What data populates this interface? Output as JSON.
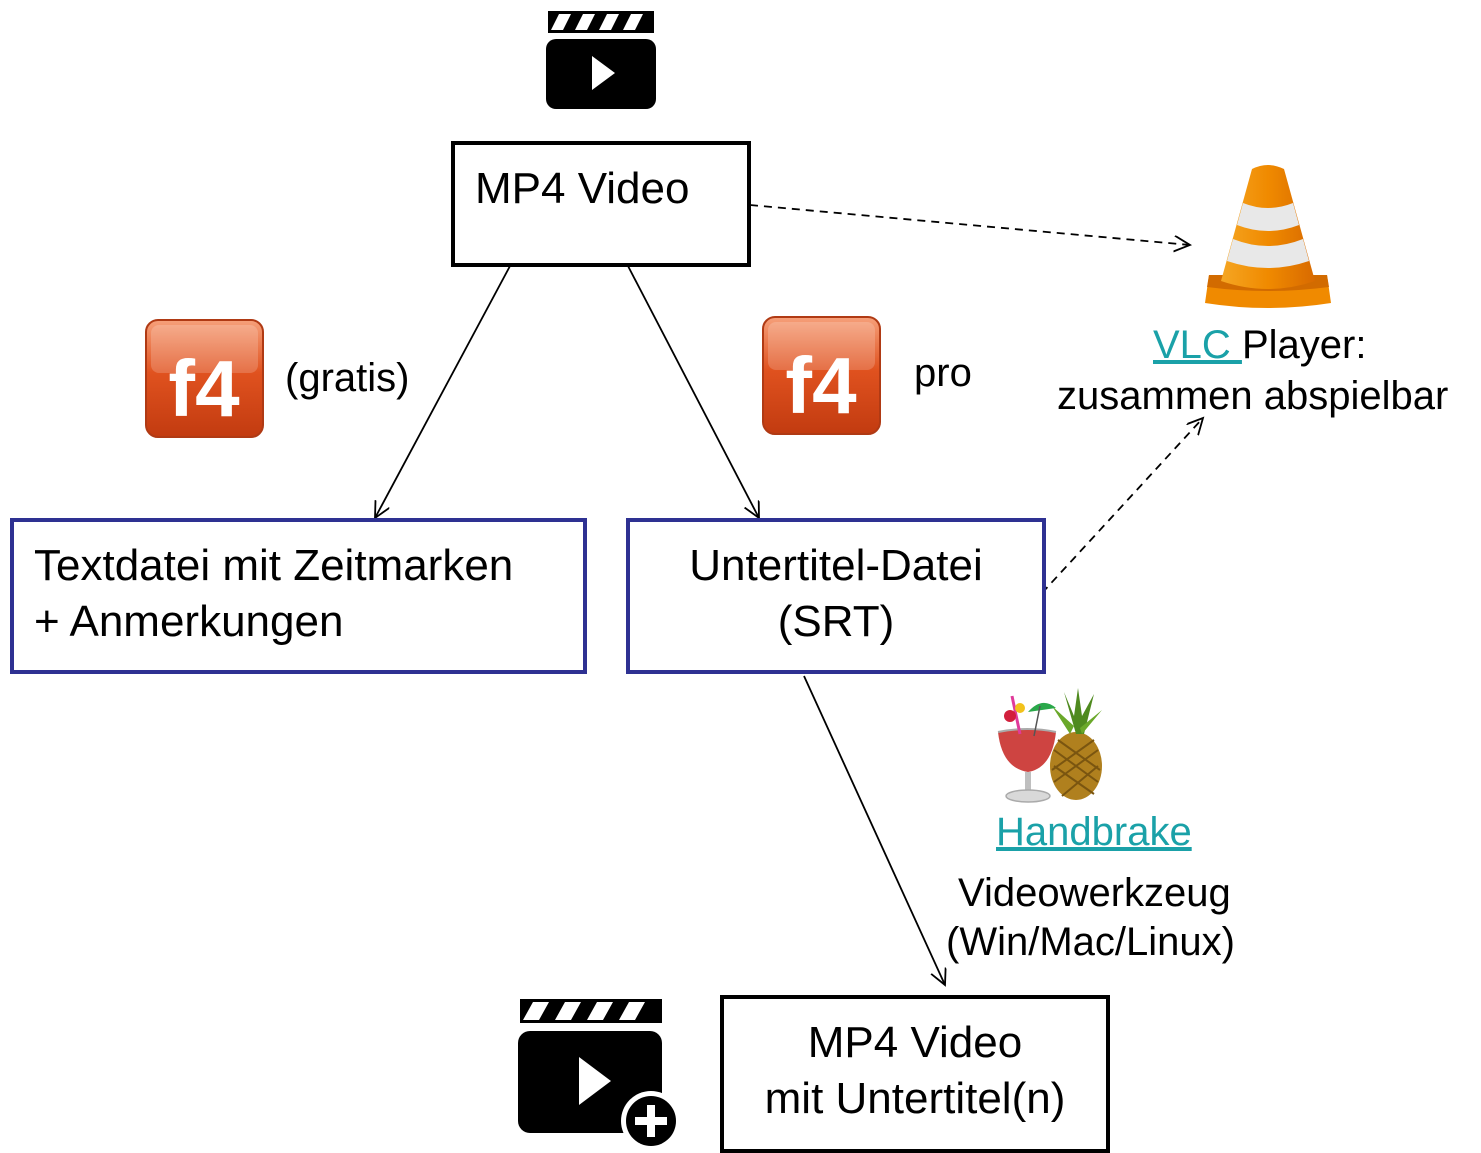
{
  "nodes": {
    "mp4_source": {
      "label": "MP4 Video"
    },
    "textfile": {
      "line1": "Textdatei mit Zeitmarken",
      "line2": "+ Anmerkungen"
    },
    "subtitle_file": {
      "line1": "Untertitel-Datei",
      "line2": "(SRT)"
    },
    "mp4_result": {
      "line1": "MP4 Video",
      "line2": "mit Untertitel(n)"
    }
  },
  "labels": {
    "gratis": "(gratis)",
    "pro": "pro",
    "vlc_link": "VLC ",
    "vlc_player": "Player:",
    "vlc_desc": "zusammen abspielbar",
    "handbrake_link": "Handbrake",
    "handbrake_line1": "Videowerkzeug",
    "handbrake_line2": "(Win/Mac/Linux)"
  },
  "icons": {
    "video": "video-clapperboard-icon",
    "video_add": "video-add-icon",
    "f4": "f4-logo-icon",
    "f4_letters": "f4",
    "vlc": "vlc-cone-icon",
    "handbrake": "handbrake-logo-icon"
  },
  "colors": {
    "box_blue": "#2e3192",
    "link": "#1aa1a8",
    "f4_orange": "#e0521f",
    "vlc_orange": "#f08a00"
  }
}
